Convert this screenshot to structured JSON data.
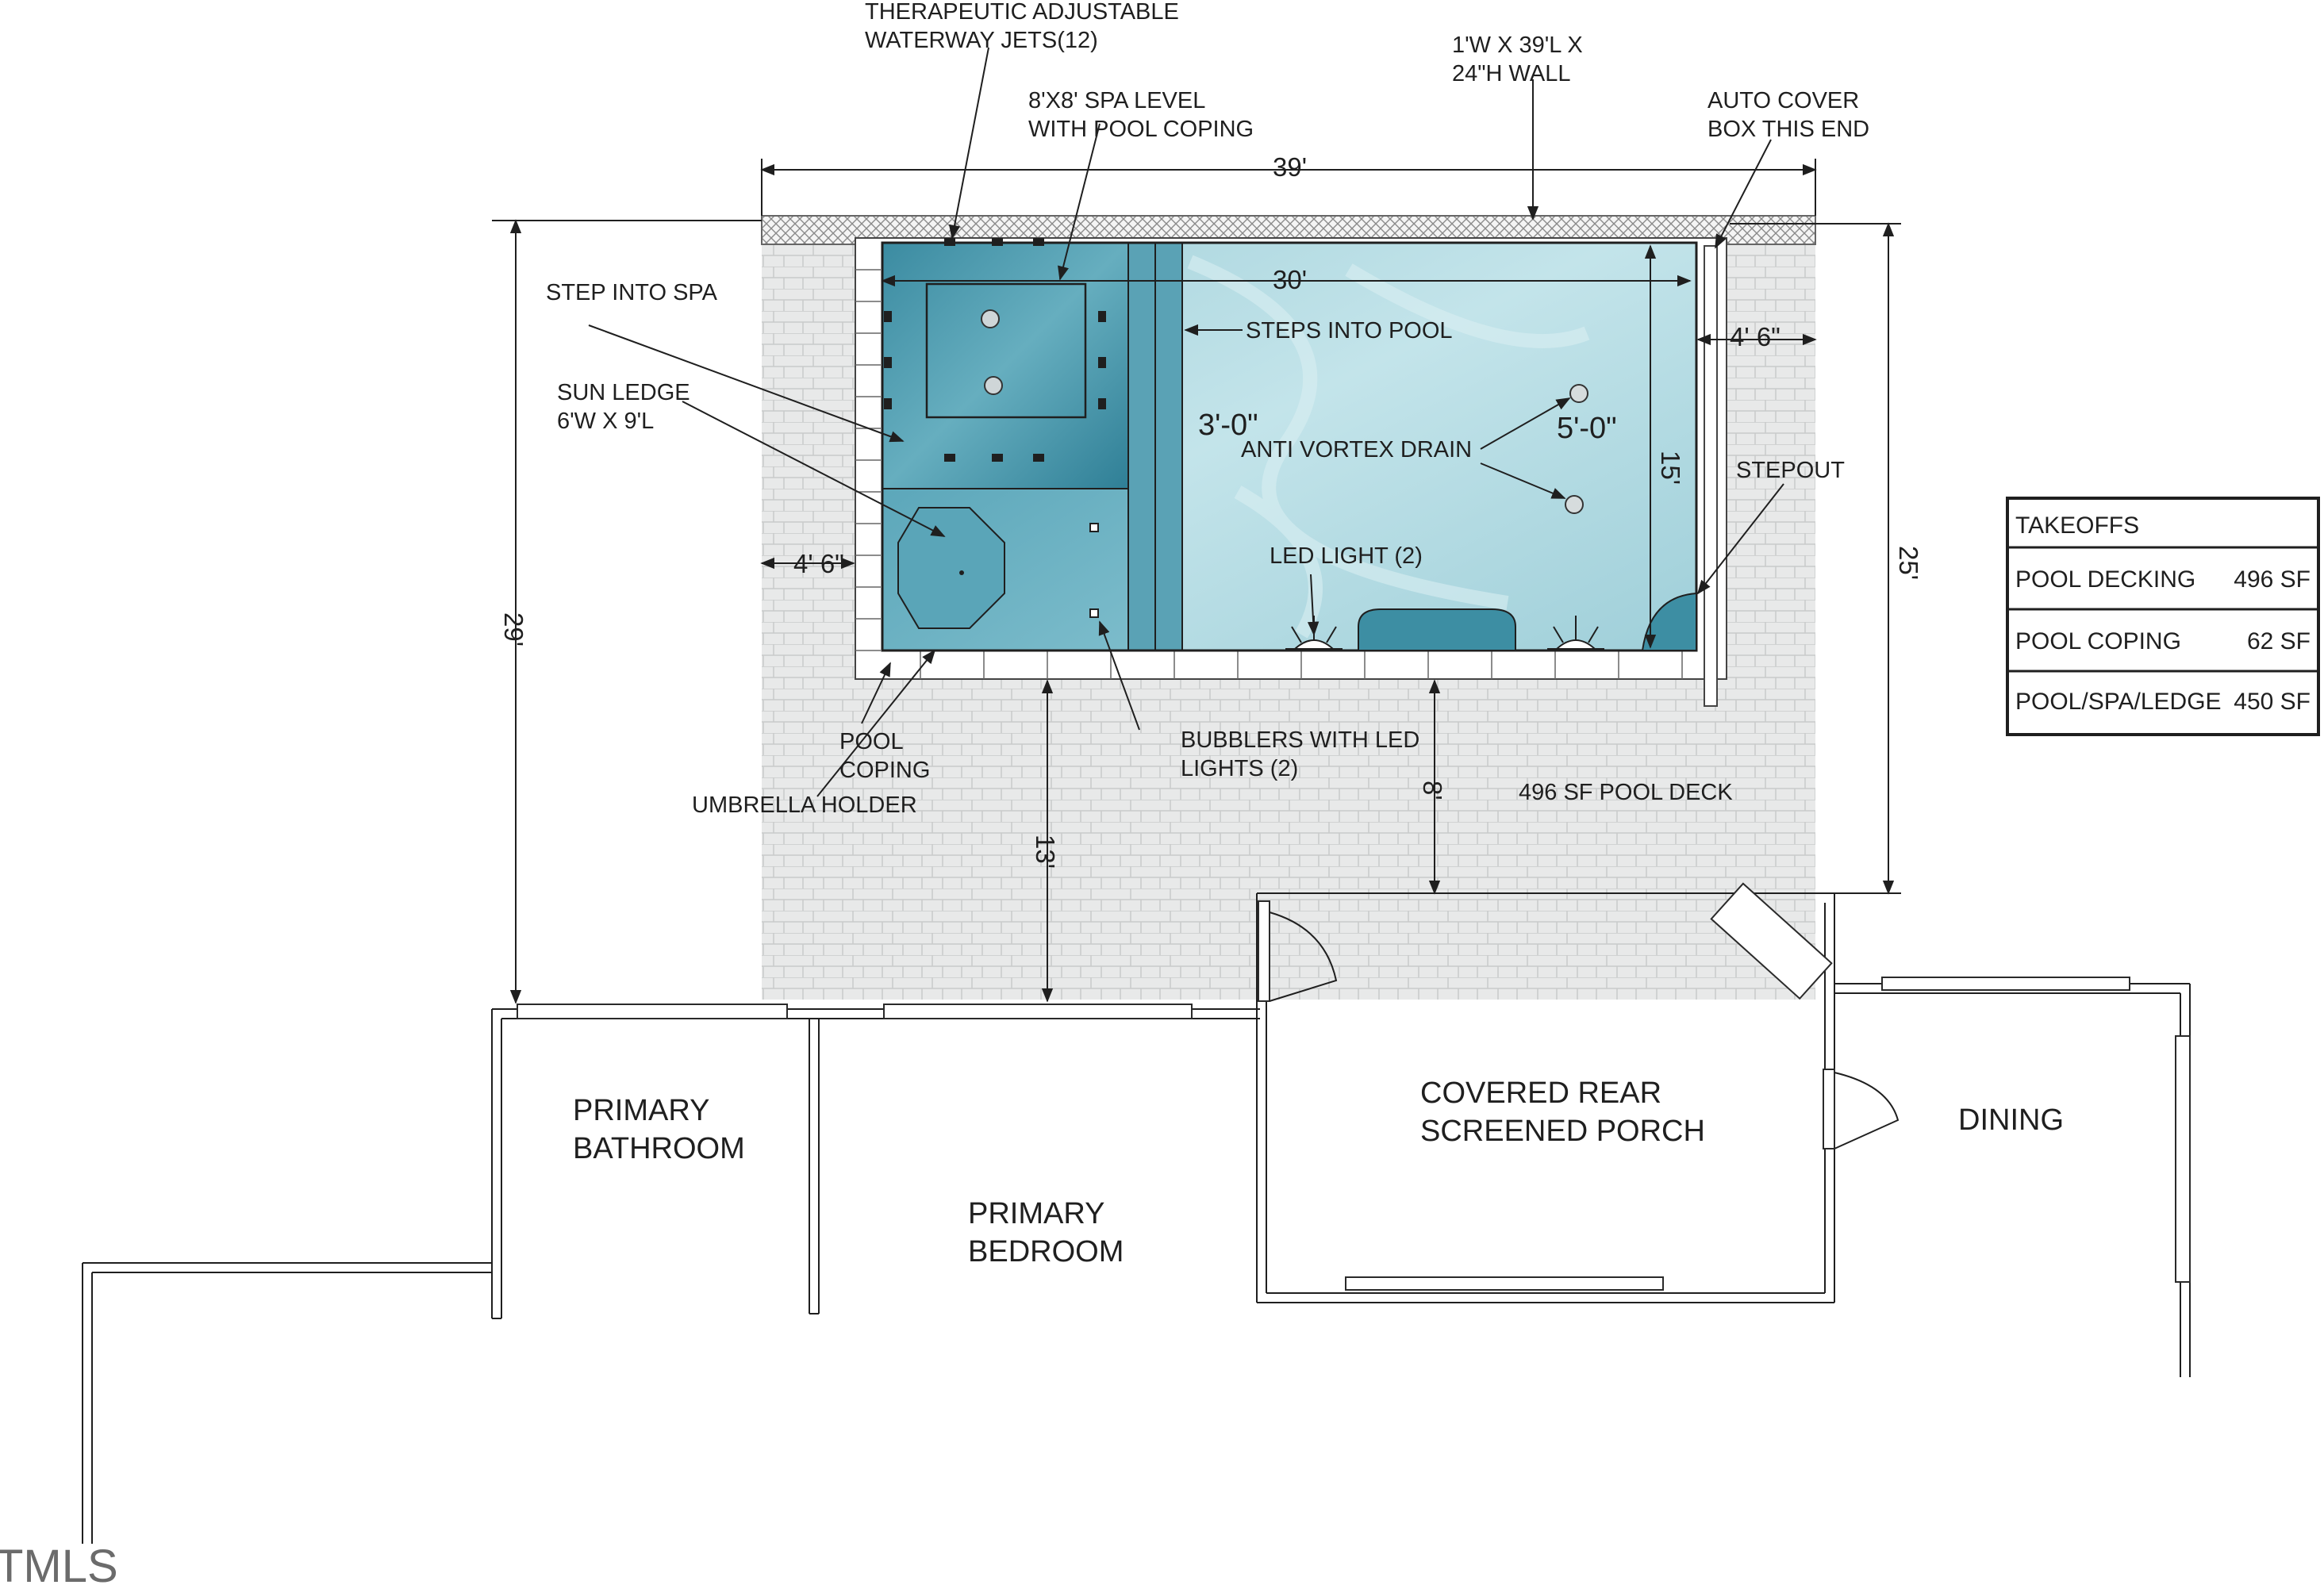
{
  "labels": {
    "jets": [
      "THERAPEUTIC ADJUSTABLE",
      "WATERWAY JETS(12)"
    ],
    "spa_level": [
      "8'X8' SPA LEVEL",
      "WITH POOL COPING"
    ],
    "wall": [
      "1'W X 39'L X",
      "24\"H WALL"
    ],
    "auto_cover": [
      "AUTO COVER",
      "BOX THIS END"
    ],
    "step_into_spa": "STEP INTO SPA",
    "sun_ledge": [
      "SUN LEDGE",
      "6'W X 9'L"
    ],
    "steps_into_pool": "STEPS INTO POOL",
    "anti_vortex": "ANTI VORTEX DRAIN",
    "stepout": "STEPOUT",
    "led_light": "LED LIGHT (2)",
    "pool_coping": [
      "POOL",
      "COPING"
    ],
    "umbrella_holder": "UMBRELLA HOLDER",
    "bubblers": [
      "BUBBLERS WITH LED",
      "LIGHTS (2)"
    ],
    "pool_deck": "496 SF POOL DECK",
    "depth_shallow": "3'-0\"",
    "depth_deep": "5'-0\""
  },
  "dimensions": {
    "overall_length": "39'",
    "pool_length": "30'",
    "pool_width": "15'",
    "overall_depth_left": "29'",
    "overall_depth_right": "25'",
    "side_right": "4' 6\"",
    "side_left": "4' 6\"",
    "deck_left": "13'",
    "deck_right": "8'"
  },
  "rooms": {
    "primary_bathroom": [
      "PRIMARY",
      "BATHROOM"
    ],
    "primary_bedroom": [
      "PRIMARY",
      "BEDROOM"
    ],
    "porch": [
      "COVERED REAR",
      "SCREENED PORCH"
    ],
    "dining": "DINING"
  },
  "takeoffs": {
    "title": "TAKEOFFS",
    "rows": [
      {
        "label": "POOL DECKING",
        "value": "496 SF"
      },
      {
        "label": "POOL COPING",
        "value": "62 SF"
      },
      {
        "label": "POOL/SPA/LEDGE",
        "value": "450 SF"
      }
    ]
  },
  "watermark": "TMLS",
  "colors": {
    "water_light": "#b7dce3",
    "water_mid": "#7fbfcc",
    "water_dark": "#3d8ea3",
    "deck": "#e7e8e8",
    "line": "#1f1f1f"
  }
}
